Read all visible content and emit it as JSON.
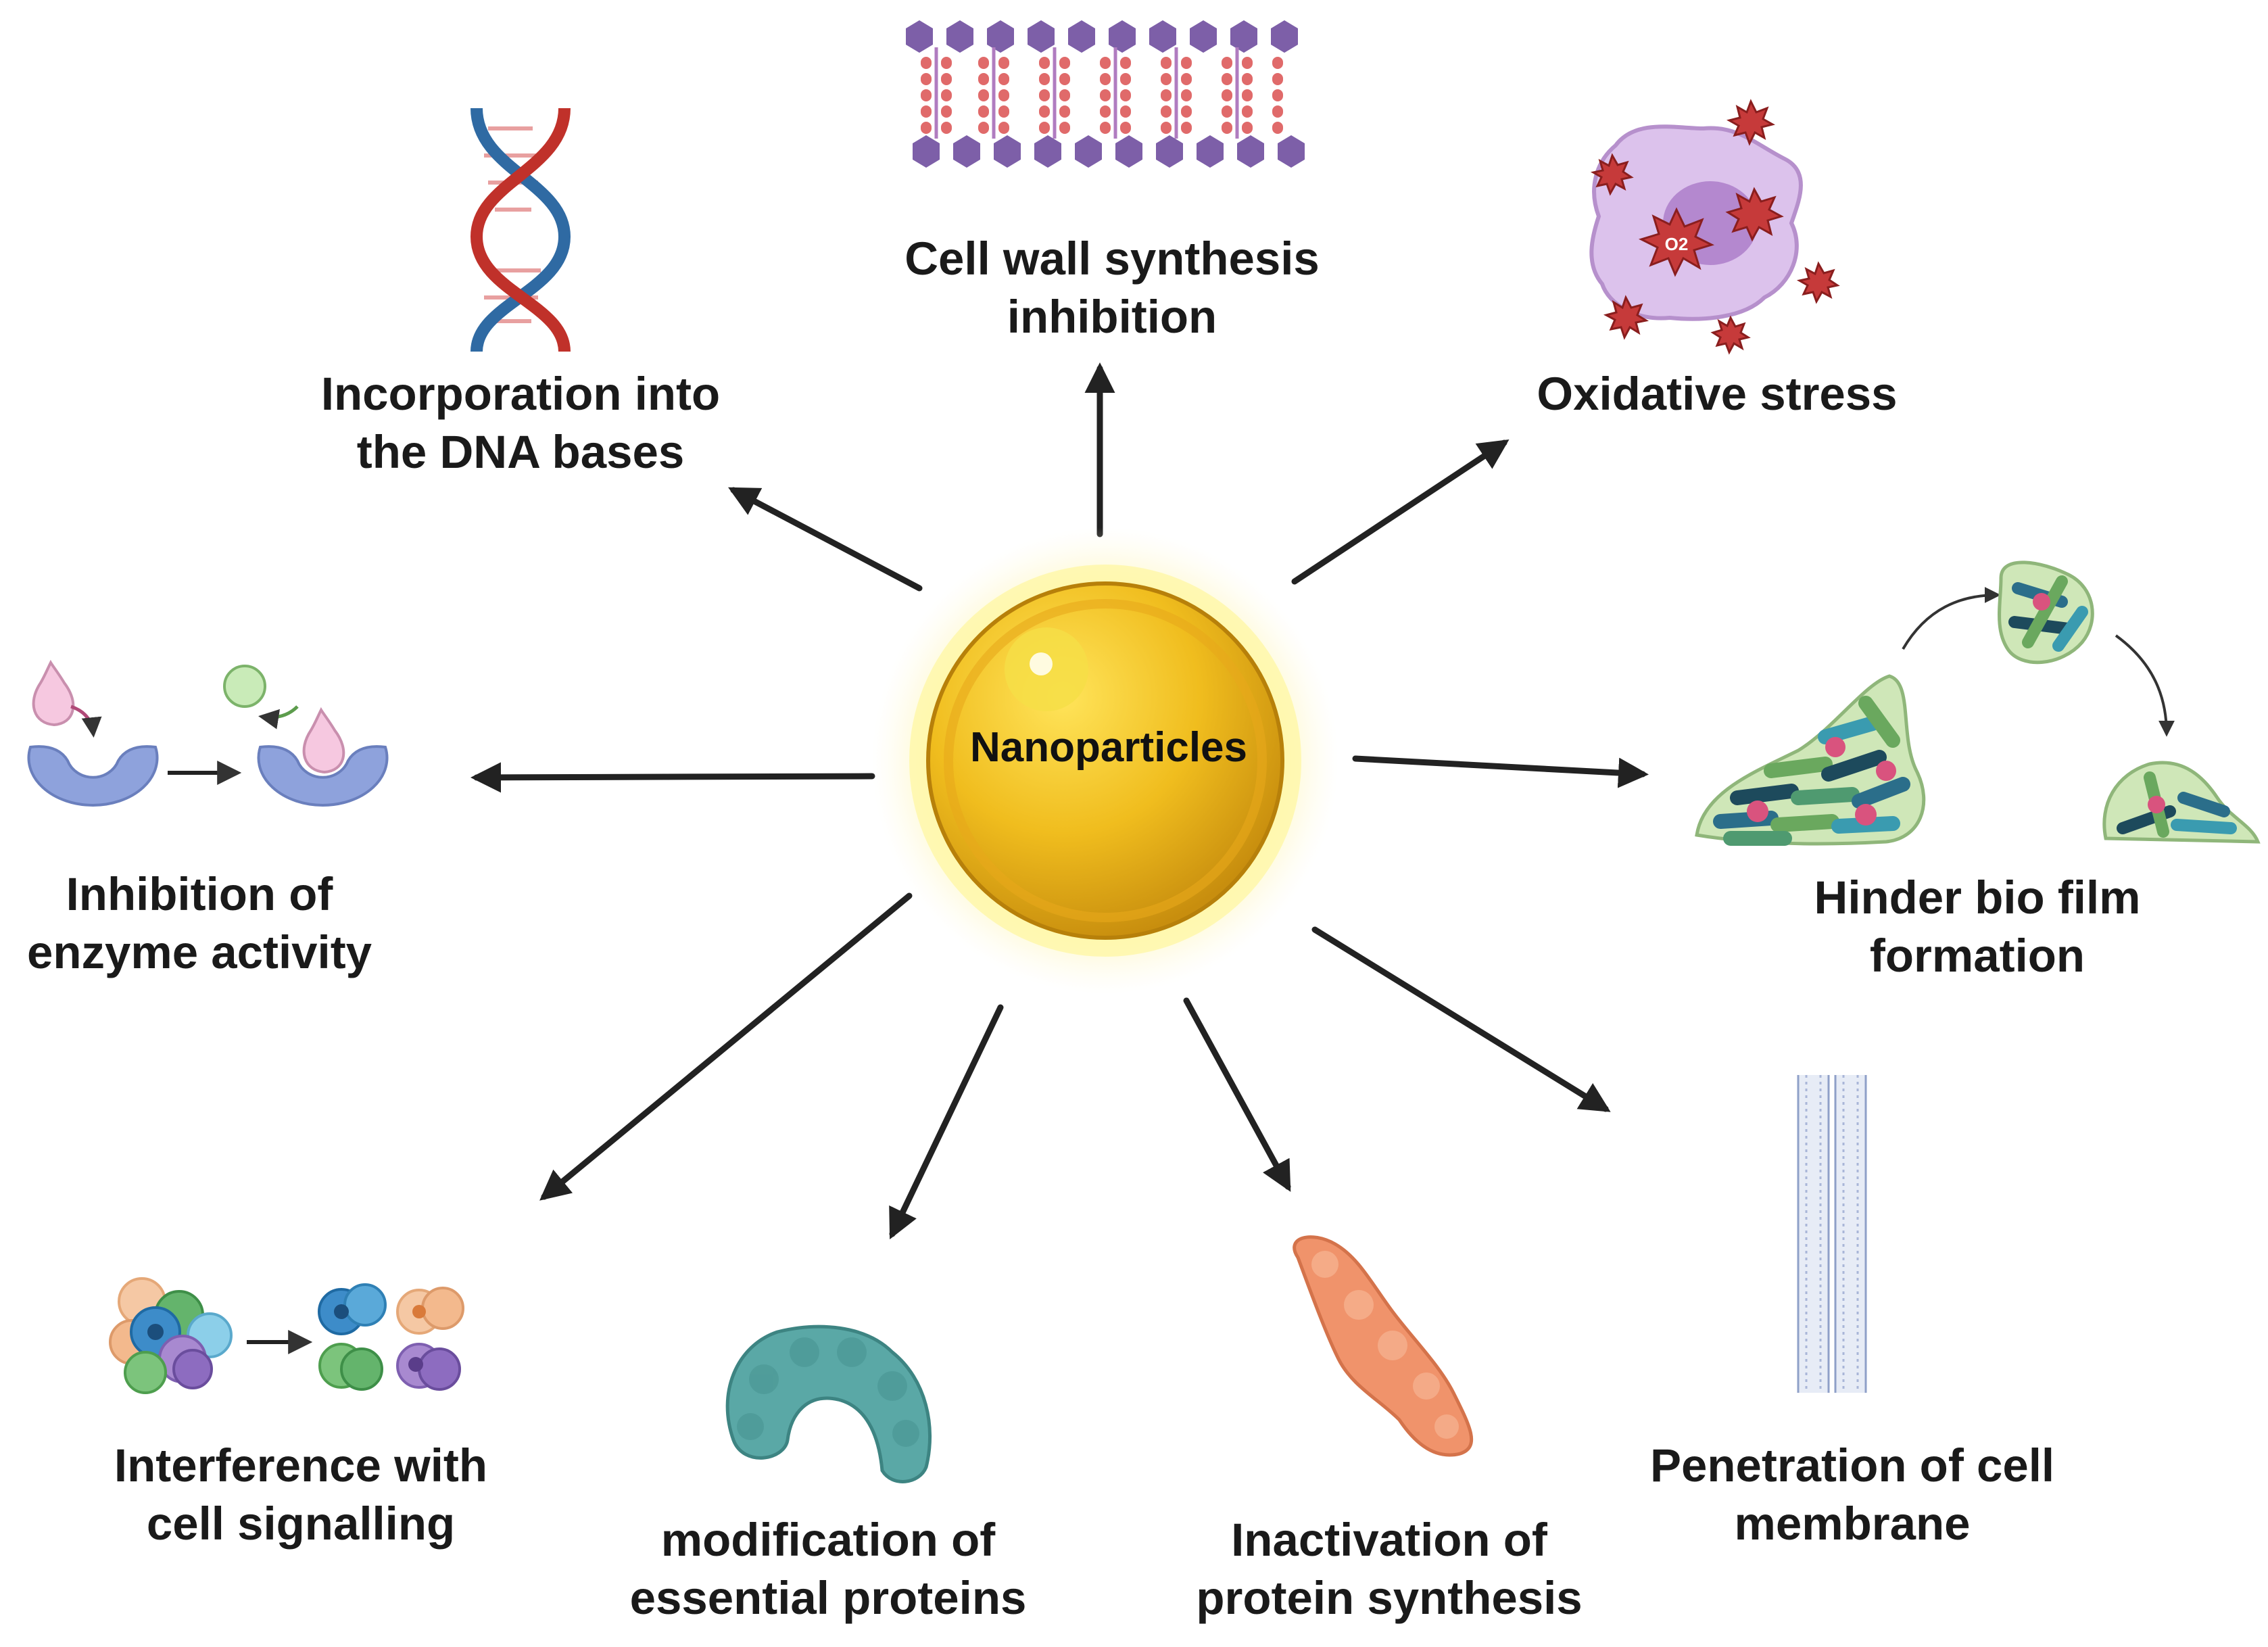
{
  "center": {
    "label": "Nanoparticles"
  },
  "mechanisms": {
    "cell_wall": {
      "line1": "Cell wall synthesis",
      "line2": "inhibition"
    },
    "dna": {
      "line1": "Incorporation into",
      "line2": "the DNA bases"
    },
    "oxidative": {
      "line1": "Oxidative stress"
    },
    "enzyme": {
      "line1": "Inhibition of",
      "line2": "enzyme activity"
    },
    "biofilm": {
      "line1": "Hinder bio film",
      "line2": "formation"
    },
    "signalling": {
      "line1": "Interference with",
      "line2": "cell signalling"
    },
    "proteins": {
      "line1": "modification of",
      "line2": "essential proteins"
    },
    "synthesis": {
      "line1": "Inactivation of",
      "line2": "protein synthesis"
    },
    "membrane": {
      "line1": "Penetration of cell",
      "line2": "membrane"
    }
  },
  "icons": {
    "oxygen_radical": "O2"
  },
  "colors": {
    "sphere_core": "#f2c021",
    "sphere_glow": "#fff6b0",
    "arrow": "#222222",
    "dna_red": "#c0312a",
    "dna_blue": "#2f6aa3",
    "enzyme": "#8ea2dc",
    "protein_teal": "#5aa8a6",
    "protein_orange": "#f0936b",
    "cell_purple": "#d9b8e8"
  }
}
